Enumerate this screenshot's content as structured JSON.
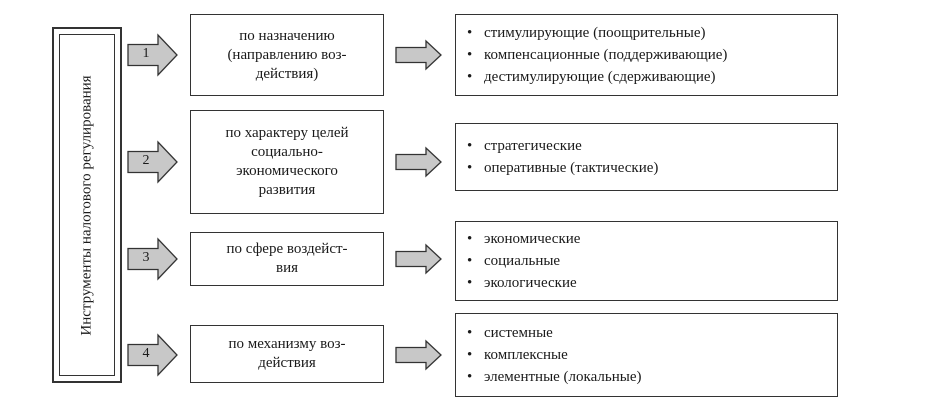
{
  "title": "Инструменты налогового регулирования",
  "rows": [
    {
      "number": "1",
      "criterion": [
        "по назначению",
        "(направлению воз-",
        "действия)"
      ],
      "items": [
        "стимулирующие (поощрительные)",
        "компенсационные (поддерживающие)",
        "дестимулирующие (сдерживающие)"
      ]
    },
    {
      "number": "2",
      "criterion": [
        "по характеру целей",
        "социально-",
        "экономического",
        "развития"
      ],
      "items": [
        "стратегические",
        "оперативные (тактические)"
      ]
    },
    {
      "number": "3",
      "criterion": [
        "по сфере воздейст-",
        "вия"
      ],
      "items": [
        "экономические",
        "социальные",
        "экологические"
      ]
    },
    {
      "number": "4",
      "criterion": [
        "по механизму воз-",
        "действия"
      ],
      "items": [
        "системные",
        "комплексные",
        "элементные (локальные)"
      ]
    }
  ],
  "colors": {
    "arrow_fill": "#c8c8c8",
    "border": "#333333"
  }
}
